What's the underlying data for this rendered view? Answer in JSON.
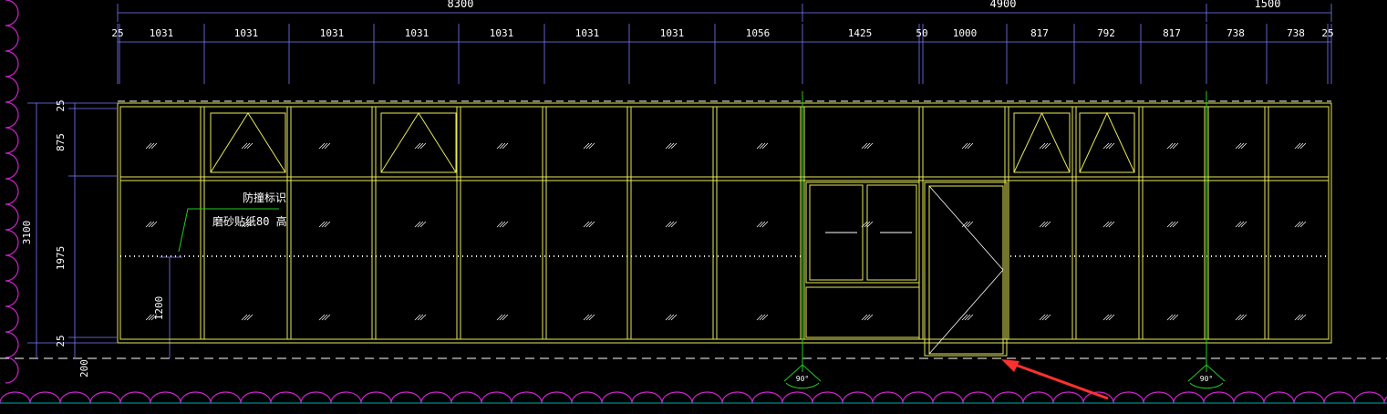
{
  "colors": {
    "background": "#000000",
    "dimension": "#7a7aff",
    "frame": "#e8e85a",
    "annotation": "#ffffff",
    "axis": "#22cc22",
    "cloud": "#cc22cc",
    "arrow": "#ff3030",
    "dash": "#ffffff",
    "ground": "#00aaaa"
  },
  "dimensions": {
    "top_totals": [
      "8300",
      "4900",
      "1500"
    ],
    "top_segments": [
      "25",
      "1031",
      "1031",
      "1031",
      "1031",
      "1031",
      "1031",
      "1031",
      "1056",
      "1425",
      "50",
      "1000",
      "817",
      "792",
      "817",
      "738",
      "738",
      "25"
    ],
    "left_segments": [
      "25",
      "875",
      "1975",
      "25"
    ],
    "left_total": "3100",
    "left_extra": "200",
    "height_1200": "1200"
  },
  "annotations": {
    "line1": "防撞标识",
    "line2": "磨砂贴纸80  高"
  },
  "door_swing": {
    "angle_left": "90°",
    "angle_right": "90°"
  }
}
